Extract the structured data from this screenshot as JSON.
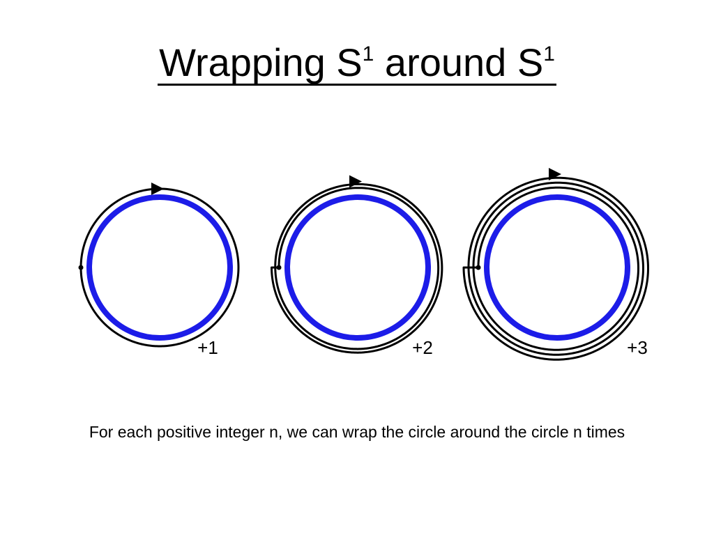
{
  "title": {
    "part1": "Wrapping S",
    "sup1": "1",
    "part2": " around S",
    "sup2": "1"
  },
  "colors": {
    "target_circle": "#1c1ce8",
    "wrapping_path": "#000000",
    "background": "#ffffff"
  },
  "icons": [
    "direction-arrow-icon",
    "basepoint-dot-icon"
  ],
  "panels": [
    {
      "winding_number": 1,
      "label": "+1"
    },
    {
      "winding_number": 2,
      "label": "+2"
    },
    {
      "winding_number": 3,
      "label": "+3"
    }
  ],
  "caption": "For each positive integer n, we can wrap the circle around the circle n times"
}
